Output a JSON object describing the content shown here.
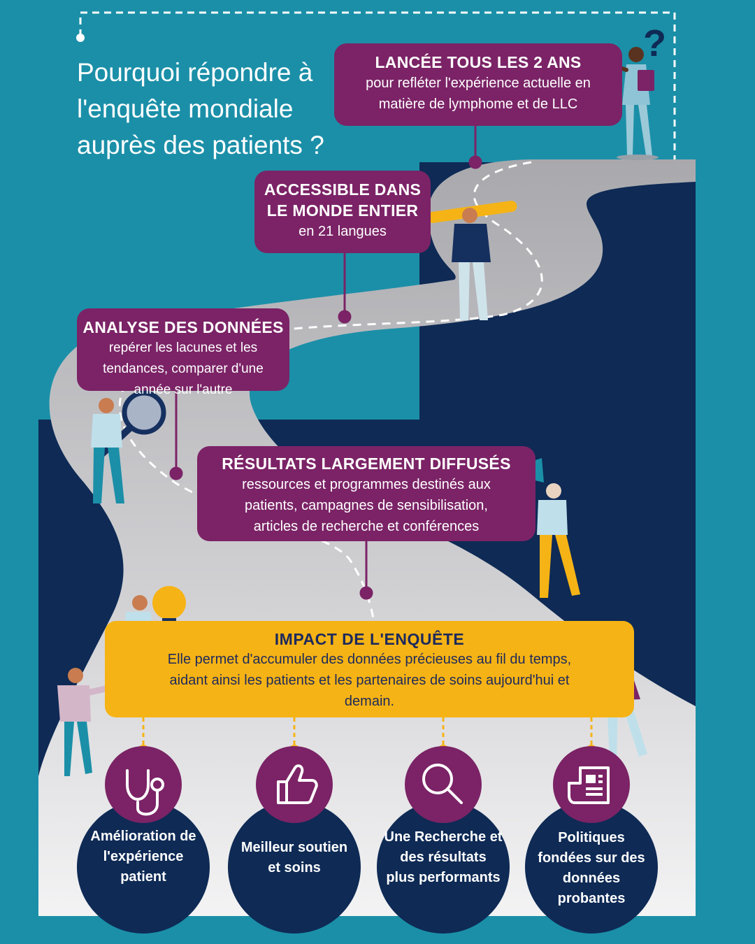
{
  "headline": "Pourquoi répondre à l'enquête mondiale auprès des patients ?",
  "steps": [
    {
      "title": "LANCÉE TOUS LES 2 ANS",
      "text": "pour refléter l'expérience actuelle en matière de lymphome et de LLC"
    },
    {
      "title": "ACCESSIBLE DANS LE MONDE ENTIER",
      "text": "en 21 langues"
    },
    {
      "title": "ANALYSE DES DONNÉES",
      "text": "repérer les lacunes et les tendances, comparer d'une année sur l'autre"
    },
    {
      "title": "RÉSULTATS LARGEMENT DIFFUSÉS",
      "text": "ressources et programmes destinés aux patients, campagnes de sensibilisation, articles de recherche et conférences"
    }
  ],
  "impact": {
    "title": "IMPACT DE L'ENQUÊTE",
    "text": "Elle permet d'accumuler des données précieuses au fil du temps, aidant ainsi les patients et les partenaires de soins aujourd'hui et demain."
  },
  "outcomes": [
    {
      "icon": "stethoscope-icon",
      "label": "Amélioration de l'expérience patient"
    },
    {
      "icon": "thumbs-up-icon",
      "label": "Meilleur soutien et soins"
    },
    {
      "icon": "magnifier-icon",
      "label": "Une Recherche et des résultats plus performants"
    },
    {
      "icon": "document-icon",
      "label": "Politiques fondées sur des données probantes"
    }
  ],
  "colors": {
    "background": "#1b8fa8",
    "callout": "#7b2366",
    "impact": "#f6b315",
    "navy": "#0e2a55",
    "road": "#c9c9cc"
  }
}
